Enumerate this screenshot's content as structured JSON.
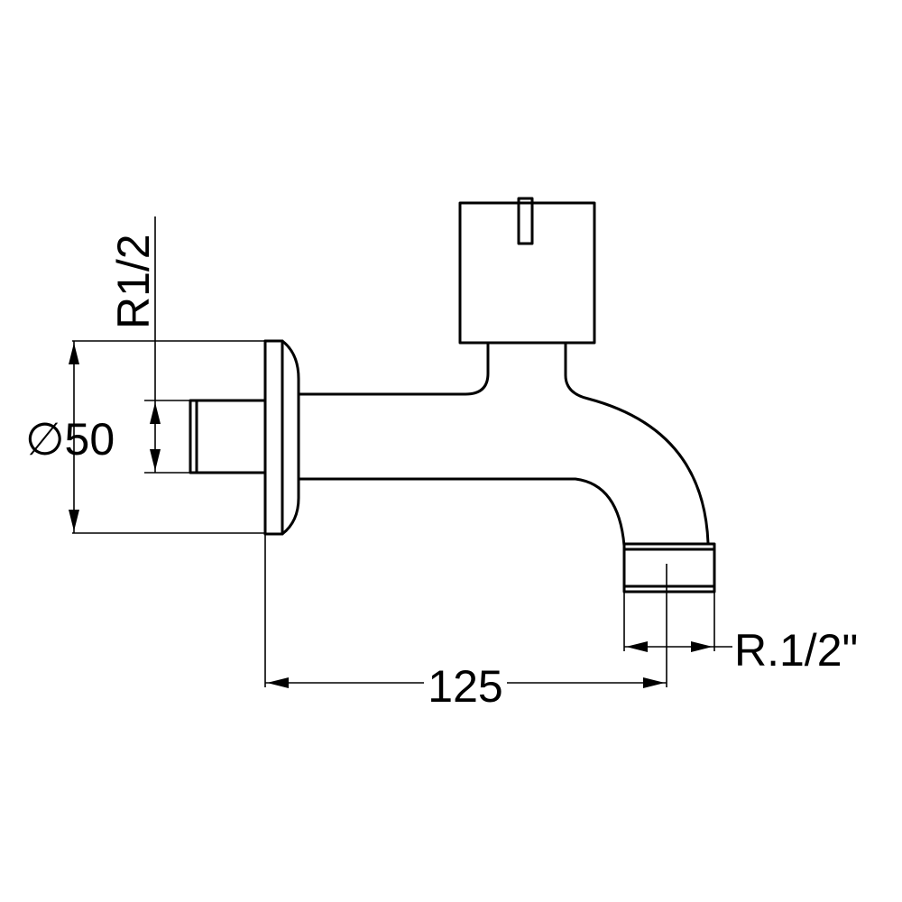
{
  "diagram": {
    "labels": {
      "inlet_thread": "R1/2",
      "rosette_diameter": "∅50",
      "projection": "125",
      "outlet_thread": "R.1/2\""
    }
  }
}
